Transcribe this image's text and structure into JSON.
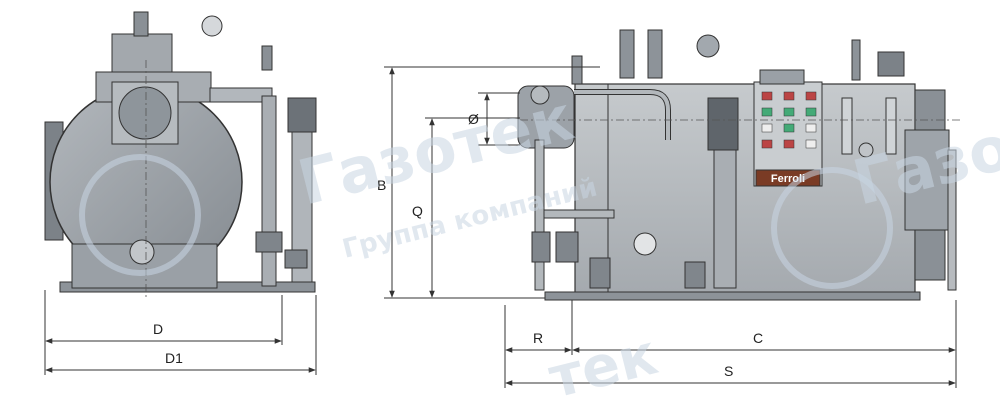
{
  "watermark": {
    "brand": "Газотек",
    "tagline": "Группа компаний",
    "brand_part": "тек"
  },
  "badge": {
    "brand": "Ferroli"
  },
  "dimensions": {
    "D": "D",
    "D1": "D1",
    "B": "B",
    "Q": "Q",
    "diameter": "Ø",
    "R": "R",
    "C": "C",
    "S": "S"
  },
  "colors": {
    "line": "#333333",
    "body_fill": "#9aa0a6",
    "body_dark": "#6f757b",
    "panel_fill": "#b9bdc1",
    "badge_fill": "#7a3b25",
    "watermark": "#c9d6e3"
  }
}
